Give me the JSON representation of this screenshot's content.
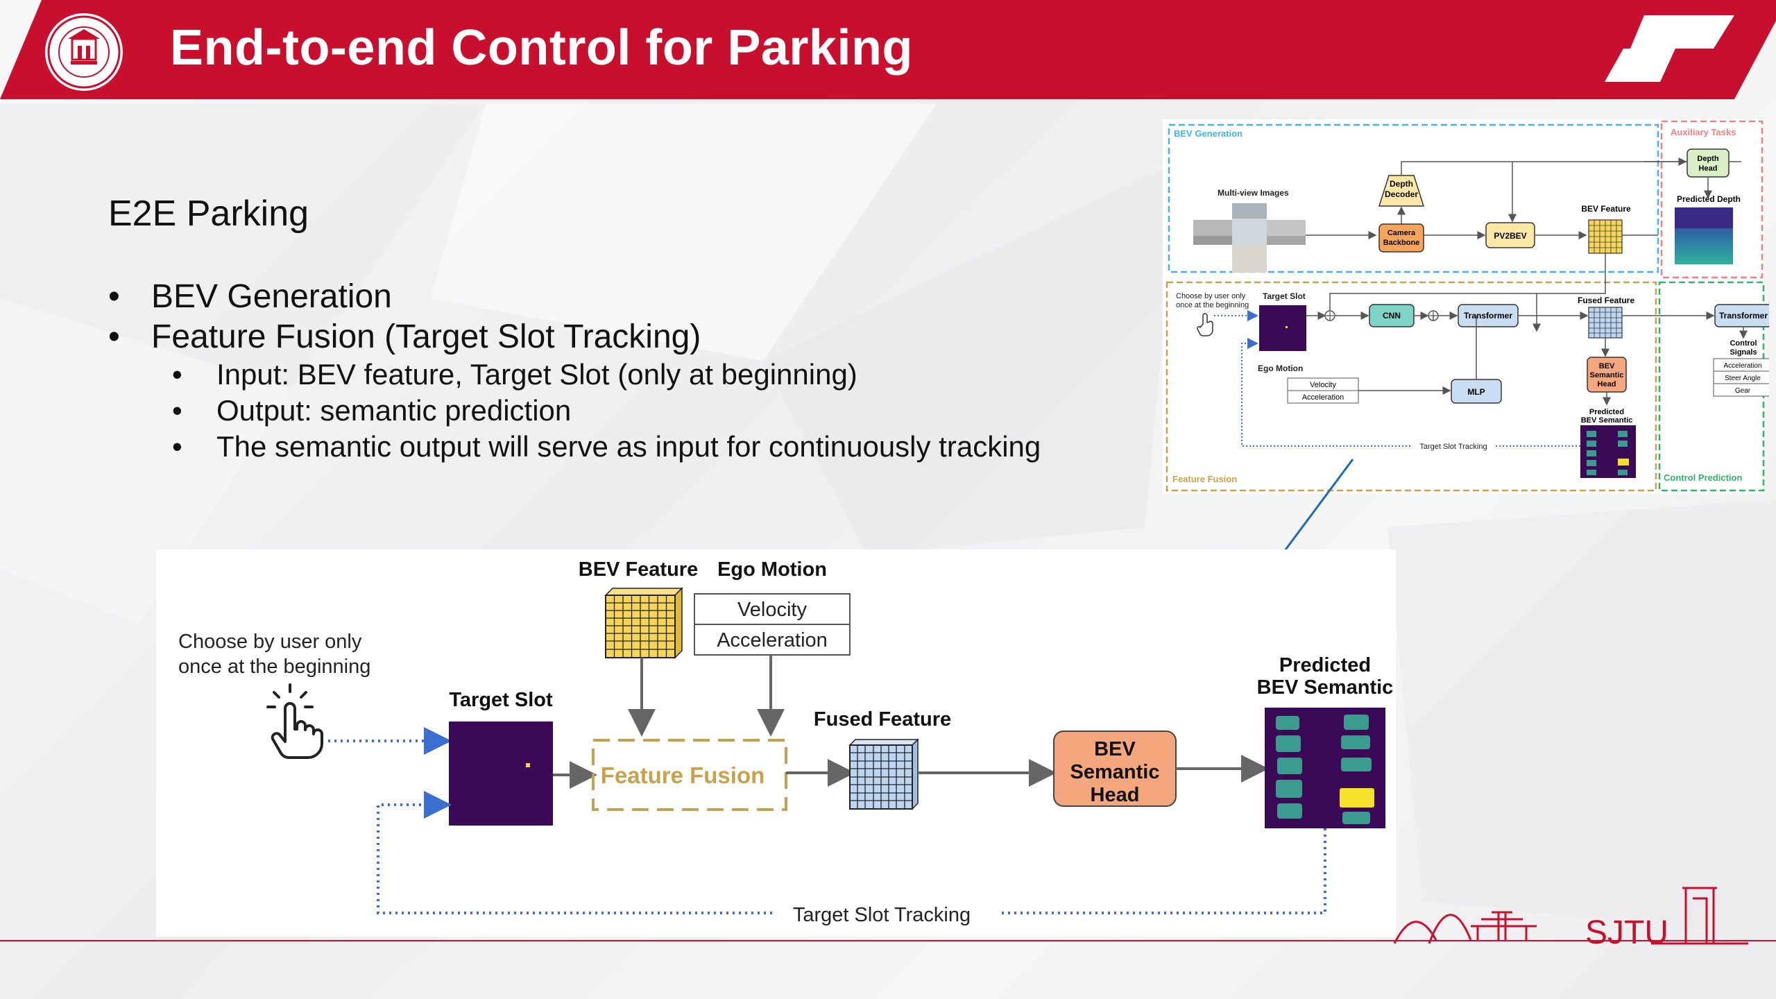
{
  "header": {
    "title": "End-to-end Control for Parking",
    "brand_color": "#c8102e"
  },
  "content": {
    "subtitle": "E2E Parking",
    "bullets": [
      "BEV Generation",
      "Feature Fusion (Target Slot Tracking)"
    ],
    "sub_bullets": [
      "Input: BEV feature, Target Slot (only at beginning)",
      "Output: semantic prediction",
      "The semantic output will serve as input for continuously tracking"
    ]
  },
  "overview": {
    "bev_generation": "BEV Generation",
    "auxiliary_tasks": "Auxiliary Tasks",
    "feature_fusion": "Feature Fusion",
    "control_prediction": "Control Prediction",
    "multi_view_images": "Multi-view Images",
    "depth_decoder": [
      "Depth",
      "Decoder"
    ],
    "camera_backbone": [
      "Camera",
      "Backbone"
    ],
    "pv2bev": "PV2BEV",
    "bev_feature": "BEV Feature",
    "depth_head": [
      "Depth",
      "Head"
    ],
    "predicted_depth": "Predicted Depth",
    "choose_note": [
      "Choose by user only",
      "once at the beginning"
    ],
    "target_slot": "Target Slot",
    "cnn": "CNN",
    "transformer": "Transformer",
    "fused_feature": "Fused Feature",
    "transformer2": "Transformer",
    "ego_motion": "Ego Motion",
    "velocity": "Velocity",
    "acceleration": "Acceleration",
    "mlp": "MLP",
    "bev_semantic_head": [
      "BEV",
      "Semantic",
      "Head"
    ],
    "predicted_bev_semantic": [
      "Predicted",
      "BEV Semantic"
    ],
    "target_slot_tracking": "Target Slot Tracking",
    "control_signals": [
      "Control",
      "Signals"
    ],
    "control_items": [
      "Acceleration",
      "Steer Angle",
      "Gear"
    ]
  },
  "detail": {
    "choose_note": [
      "Choose by user only",
      "once at the beginning"
    ],
    "target_slot": "Target Slot",
    "bev_feature": "BEV Feature",
    "ego_motion": "Ego Motion",
    "velocity": "Velocity",
    "acceleration": "Acceleration",
    "feature_fusion": "Feature Fusion",
    "fused_feature": "Fused Feature",
    "bev_semantic_head": [
      "BEV",
      "Semantic",
      "Head"
    ],
    "predicted_bev_semantic": [
      "Predicted",
      "BEV Semantic"
    ],
    "target_slot_tracking": "Target Slot Tracking"
  },
  "footer": {
    "brand_text": "SJTU"
  },
  "colors": {
    "bev_gen": "#41b6e6",
    "aux": "#f08080",
    "fusion": "#c8a24a",
    "control": "#2fb36b",
    "grid_yellow": "#f5d45a",
    "grid_blue": "#bcd6f2",
    "head_orange": "#f4a67c",
    "slot_purple": "#3b0a57",
    "teal": "#3b9b8f",
    "dotted_blue": "#3a6fcf"
  }
}
